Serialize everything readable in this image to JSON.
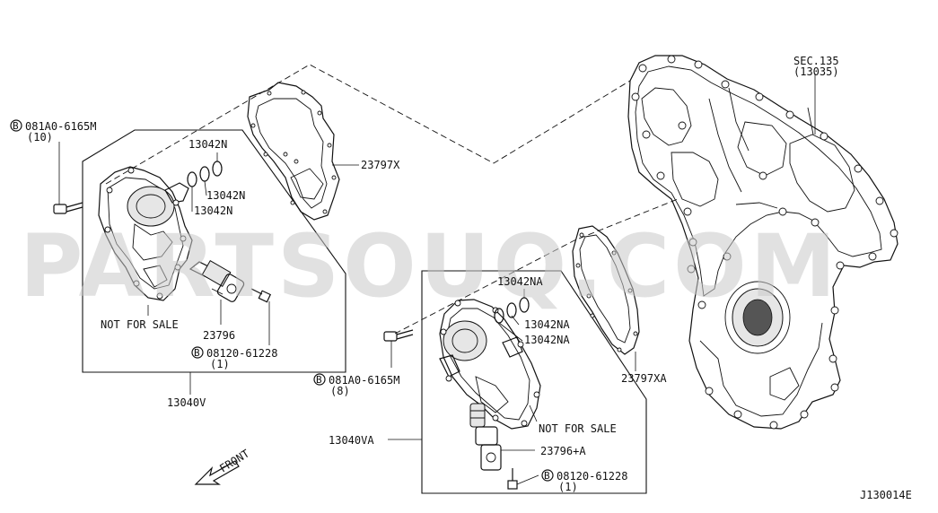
{
  "watermark": "PARTSOUQ.COM",
  "diagram_code": "J130014E",
  "front_label": "FRONT",
  "bolt_symbol": "B",
  "labels": {
    "sec_ref": "SEC.135",
    "sec_ref_sub": "(13035)",
    "bolt_left_code": "081A0-6165M",
    "bolt_left_qty": "(10)",
    "ring_a": "13042N",
    "ring_b": "13042N",
    "ring_c": "13042N",
    "gasket_left": "23797X",
    "not_for_sale_left": "NOT FOR SALE",
    "solenoid_left": "23796",
    "bolt_small_left_code": "08120-61228",
    "bolt_small_left_qty": "(1)",
    "assembly_left": "13040V",
    "ring_na_a": "13042NA",
    "ring_na_b": "13042NA",
    "ring_na_c": "13042NA",
    "gasket_right": "23797XA",
    "bolt_mid_code": "081A0-6165M",
    "bolt_mid_qty": "(8)",
    "not_for_sale_right": "NOT FOR SALE",
    "assembly_right": "13040VA",
    "solenoid_right": "23796+A",
    "bolt_small_right_code": "08120-61228",
    "bolt_small_right_qty": "(1)"
  }
}
